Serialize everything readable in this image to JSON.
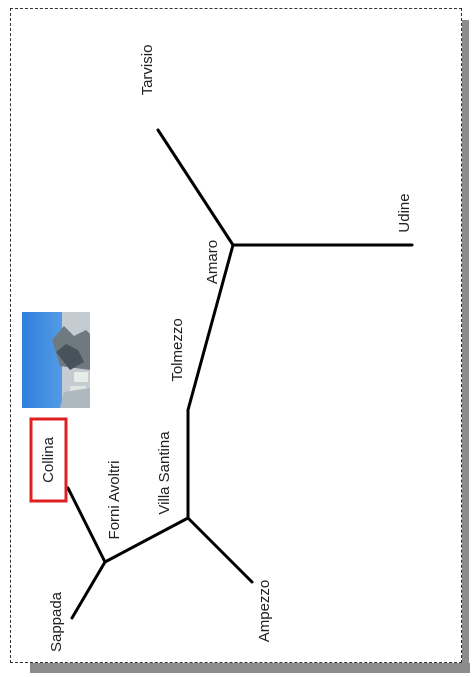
{
  "map": {
    "towns": {
      "tarvisio": "Tarvisio",
      "udine": "Udine",
      "amaro": "Amaro",
      "tolmezzo": "Tolmezzo",
      "villa_santina": "Villa Santina",
      "forni_avoltri": "Forni Avoltri",
      "collina": "Collina",
      "sappada": "Sappada",
      "ampezzo": "Ampezzo"
    },
    "highlighted_town": "Collina",
    "colors": {
      "road": "#000000",
      "highlight_box": "#e02020",
      "frame": "#333333",
      "shadow": "#8c8c8c",
      "photo_sky": "#3d86d6"
    },
    "photo": "mountain-village-photo"
  }
}
